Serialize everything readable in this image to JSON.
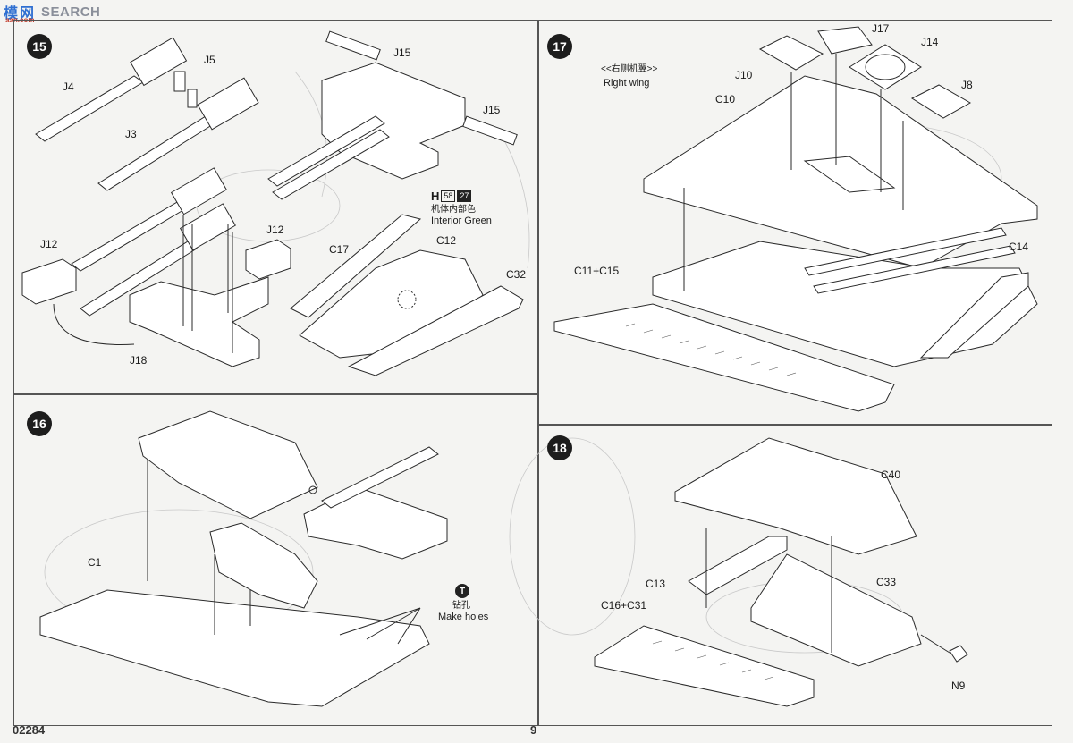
{
  "watermark": {
    "zh": "模",
    "zh2": "网",
    "sub": "aan.com",
    "en": "SEARCH"
  },
  "steps": {
    "s15": "15",
    "s16": "16",
    "s17": "17",
    "s18": "18"
  },
  "step15": {
    "parts": [
      "J5",
      "J4",
      "J3",
      "J15",
      "J15",
      "J12",
      "J12",
      "J18",
      "C17",
      "C12",
      "C32"
    ],
    "paint": {
      "letter": "H",
      "code1": "58",
      "code2": "27",
      "zh": "机体内部色",
      "en": "Interior Green"
    }
  },
  "step16": {
    "parts": [
      "C1"
    ],
    "hole_icon": "T",
    "hole_zh": "钻孔",
    "hole_en": "Make holes"
  },
  "step17": {
    "wing_zh": "<<右侧机翼>>",
    "wing_en": "Right wing",
    "parts": [
      "J17",
      "J14",
      "J10",
      "J8",
      "C10",
      "C14",
      "C11+C15"
    ]
  },
  "step18": {
    "parts": [
      "C40",
      "C13",
      "C33",
      "C16+C31",
      "N9"
    ]
  },
  "footer": {
    "code": "02284",
    "page": "9"
  }
}
